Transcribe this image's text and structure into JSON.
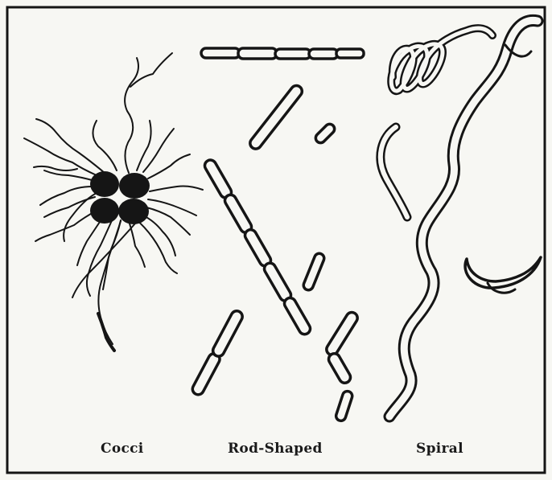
{
  "figure": {
    "labels": {
      "cocci": "Cocci",
      "rod": "Rod-Shaped",
      "spiral": "Spiral"
    },
    "colors": {
      "ink": "#151515",
      "paper": "#f7f7f3"
    }
  }
}
